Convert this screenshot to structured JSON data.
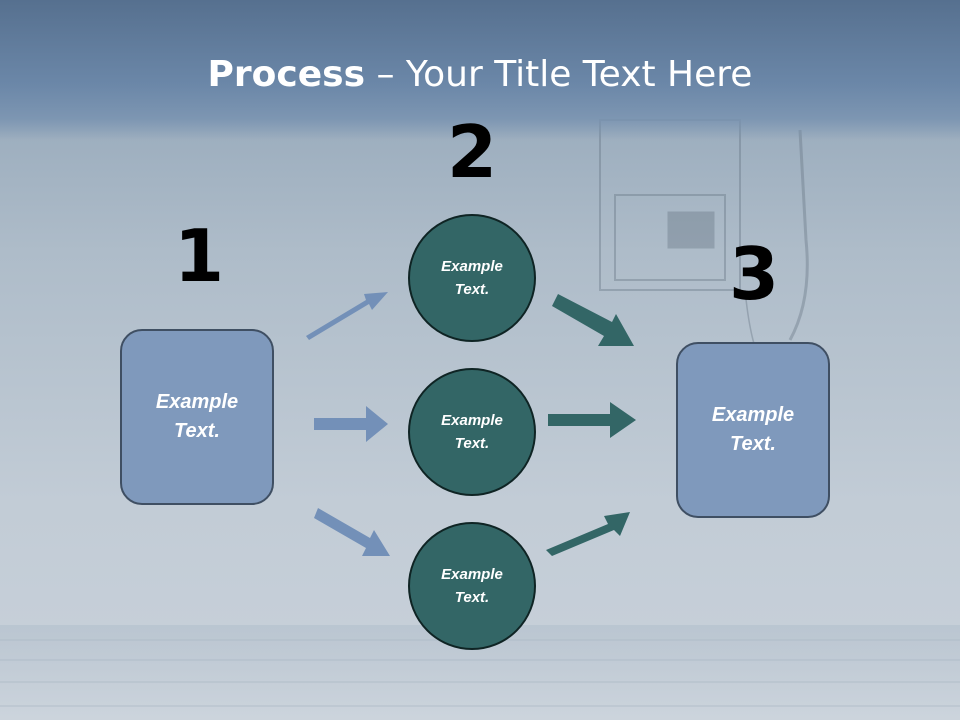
{
  "title": {
    "bold": "Process",
    "rest": " – Your Title Text Here"
  },
  "steps": {
    "one": "1",
    "two": "2",
    "three": "3"
  },
  "boxes": {
    "left": "Example Text.",
    "right": "Example Text."
  },
  "circles": {
    "top": "Example Text.",
    "middle": "Example Text.",
    "bottom": "Example Text."
  },
  "colors": {
    "box_fill": "#7f99bc",
    "circle_fill": "#336666",
    "arrow_left": "#7390b8",
    "arrow_right": "#336666",
    "title_bar": "#5f7b9e"
  }
}
